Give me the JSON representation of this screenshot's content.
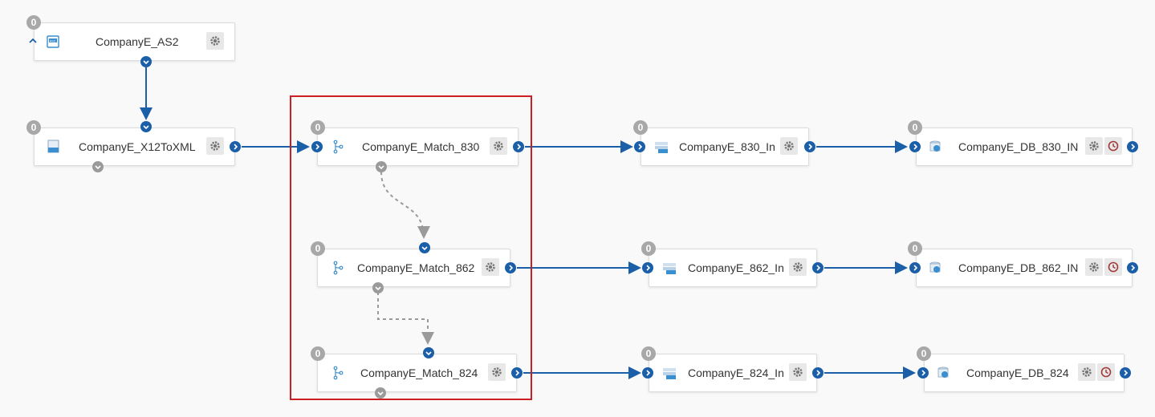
{
  "nodes": [
    {
      "id": "as2",
      "label": "CompanyE_AS2",
      "count": "0",
      "icon": "as2-icon"
    },
    {
      "id": "x12",
      "label": "CompanyE_X12ToXML",
      "count": "0",
      "icon": "x12-xml-icon"
    },
    {
      "id": "m830",
      "label": "CompanyE_Match_830",
      "count": "0",
      "icon": "branch-icon"
    },
    {
      "id": "m862",
      "label": "CompanyE_Match_862",
      "count": "0",
      "icon": "branch-icon"
    },
    {
      "id": "m824",
      "label": "CompanyE_Match_824",
      "count": "0",
      "icon": "branch-icon"
    },
    {
      "id": "in830",
      "label": "CompanyE_830_In",
      "count": "0",
      "icon": "xml-file-icon"
    },
    {
      "id": "in862",
      "label": "CompanyE_862_In",
      "count": "0",
      "icon": "xml-file-icon"
    },
    {
      "id": "in824",
      "label": "CompanyE_824_In",
      "count": "0",
      "icon": "xml-file-icon"
    },
    {
      "id": "db830",
      "label": "CompanyE_DB_830_IN",
      "count": "0",
      "icon": "database-icon"
    },
    {
      "id": "db862",
      "label": "CompanyE_DB_862_IN",
      "count": "0",
      "icon": "database-icon"
    },
    {
      "id": "db824",
      "label": "CompanyE_DB_824",
      "count": "0",
      "icon": "database-icon"
    }
  ],
  "colors": {
    "connector": "#1a5fa8",
    "port": "#1a5fa8",
    "dashed_connector": "#9a9a9a",
    "badge": "#a8a8a8",
    "selection": "#cc1f24",
    "clock": "#a33a3a"
  }
}
